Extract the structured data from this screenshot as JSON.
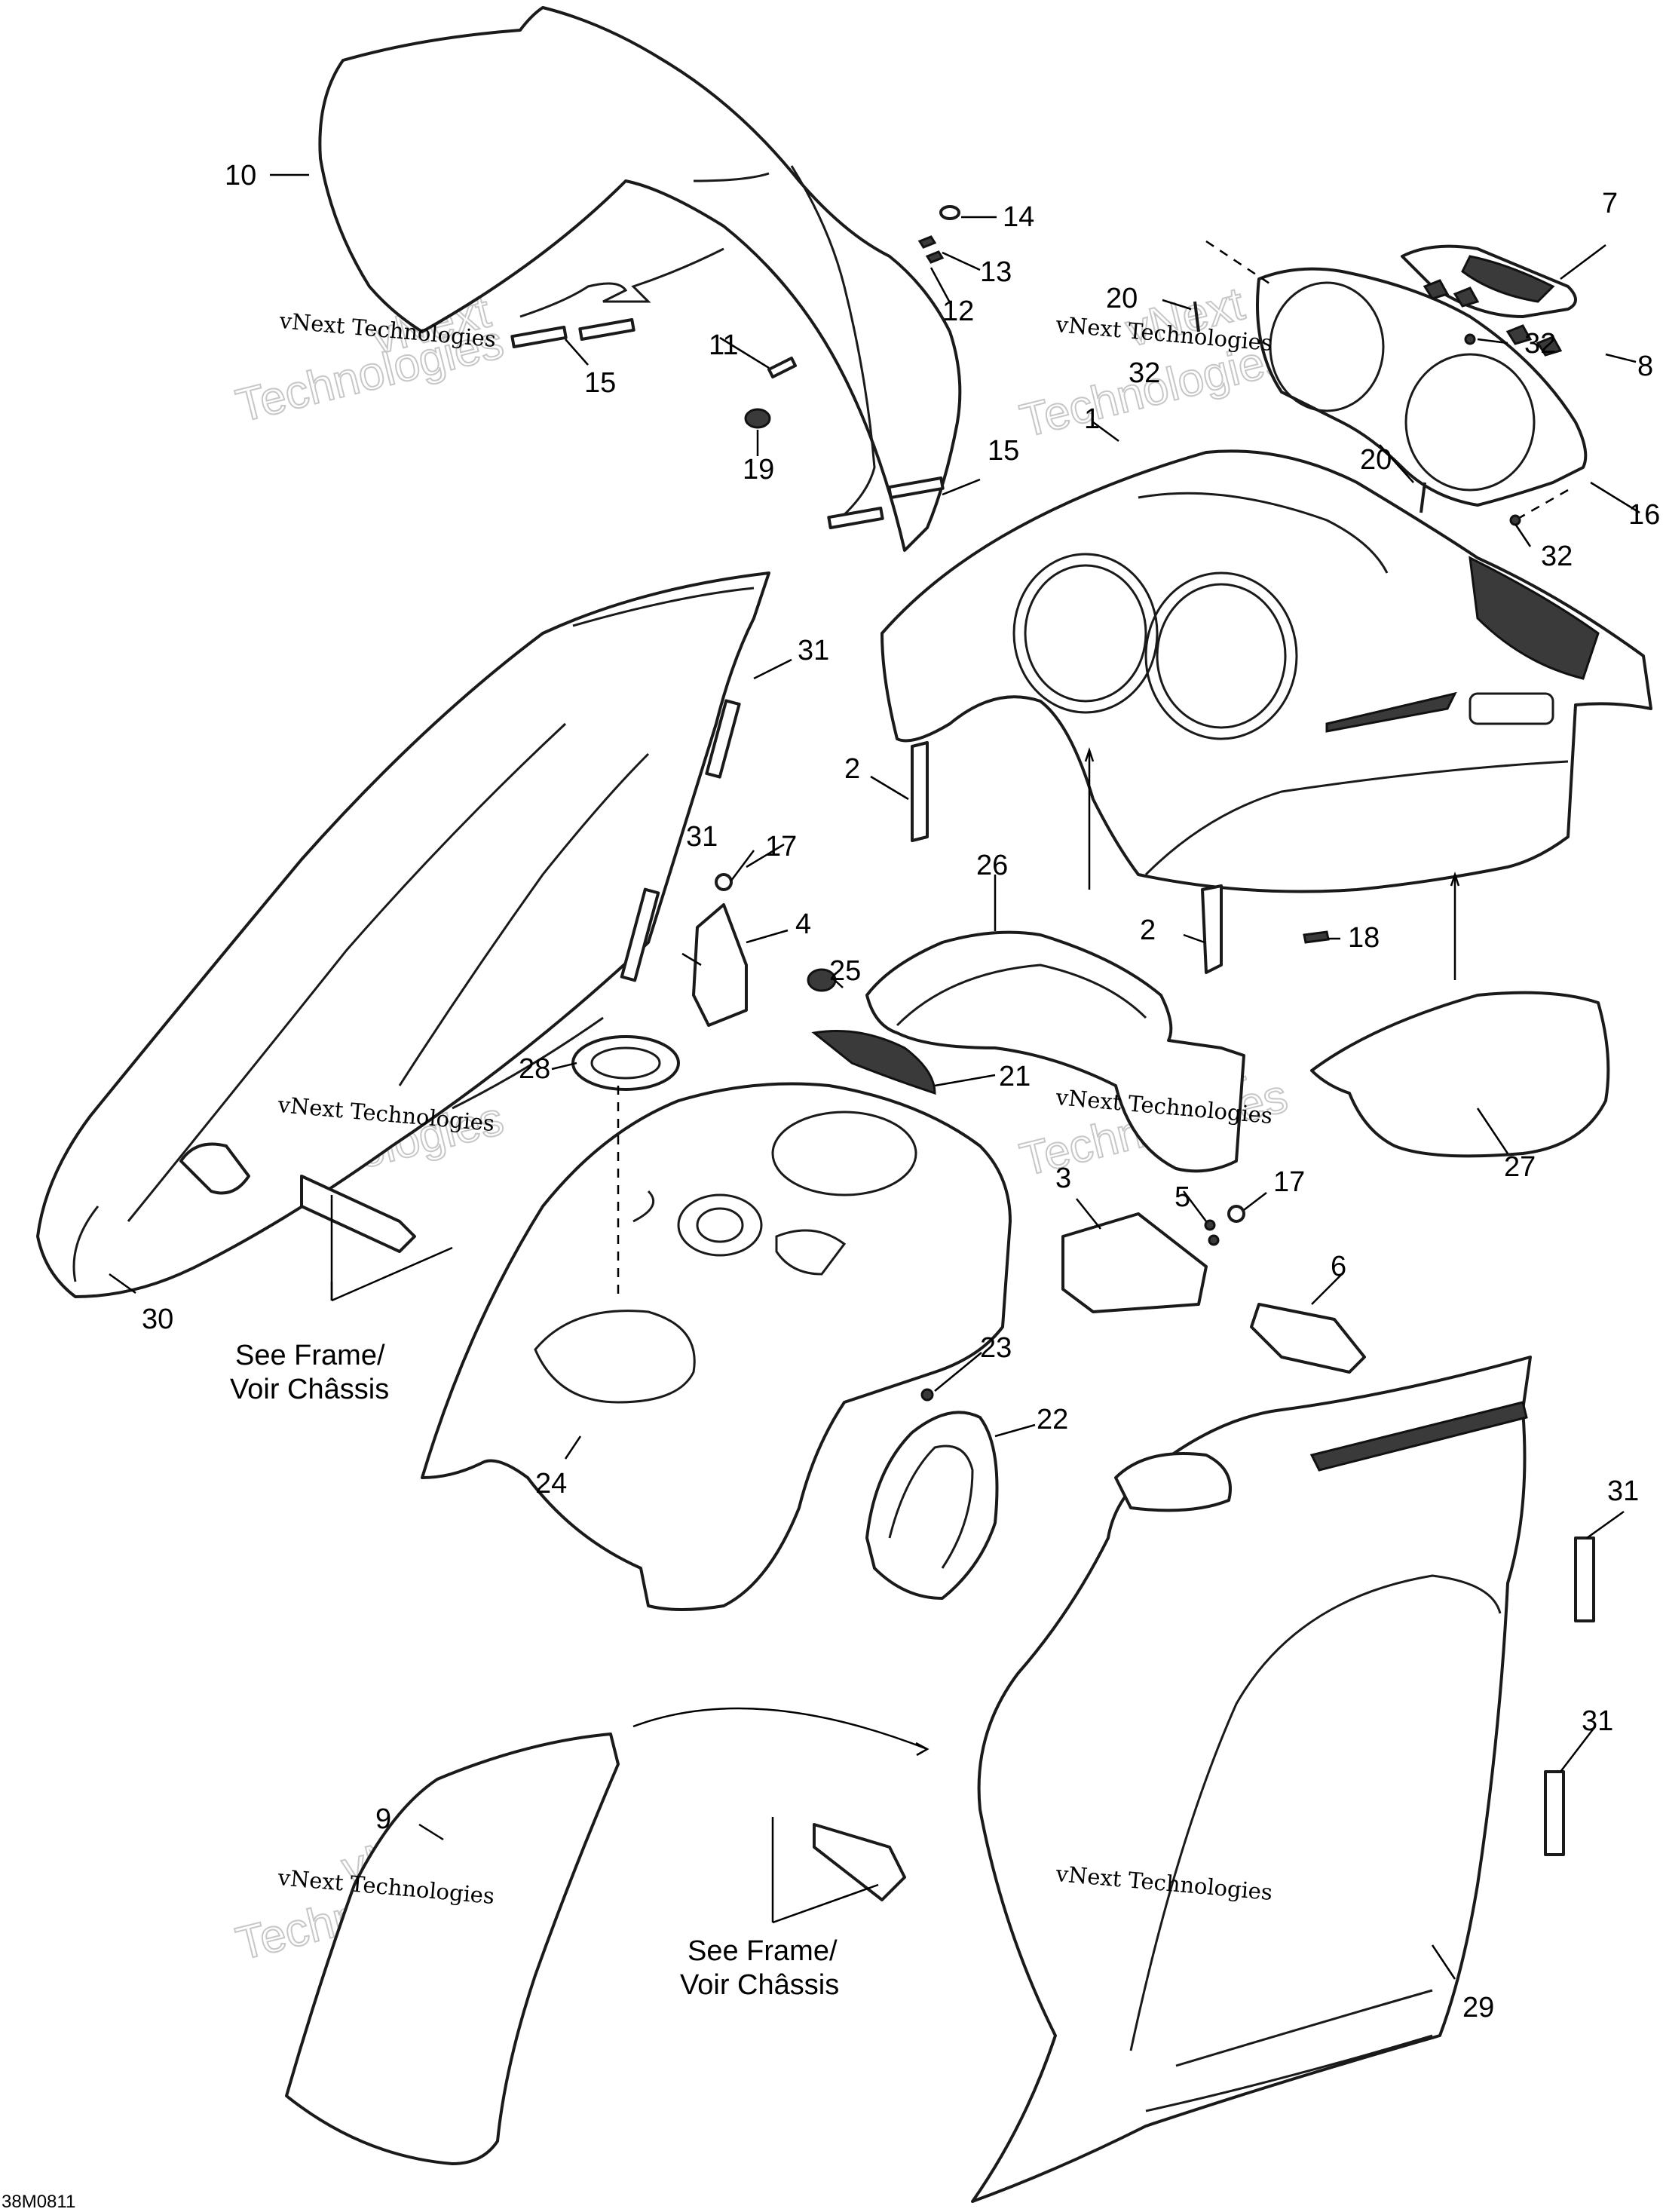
{
  "labels": {
    "l1": "1",
    "l2a": "2",
    "l2b": "2",
    "l3": "3",
    "l4": "4",
    "l5": "5",
    "l6": "6",
    "l7": "7",
    "l8": "8",
    "l9": "9",
    "l10": "10",
    "l11": "11",
    "l12": "12",
    "l13": "13",
    "l14": "14",
    "l15a": "15",
    "l15b": "15",
    "l16": "16",
    "l17a": "17",
    "l17b": "17",
    "l18": "18",
    "l19": "19",
    "l20a": "20",
    "l20b": "20",
    "l21": "21",
    "l22": "22",
    "l23": "23",
    "l24": "24",
    "l25": "25",
    "l26": "26",
    "l27": "27",
    "l28": "28",
    "l29": "29",
    "l30": "30",
    "l31a": "31",
    "l31b": "31",
    "l31c": "31",
    "l31d": "31",
    "l32a": "32",
    "l32b": "32",
    "l32c": "32"
  },
  "notes": {
    "see_frame_1_line1": "See Frame/",
    "see_frame_1_line2": "Voir Châssis",
    "see_frame_2_line1": "See Frame/",
    "see_frame_2_line2": "Voir Châssis"
  },
  "watermark": {
    "company": "vNext Technologies",
    "word1": "vNext",
    "word2": "Technologies"
  },
  "diagram_code": "38M0811"
}
